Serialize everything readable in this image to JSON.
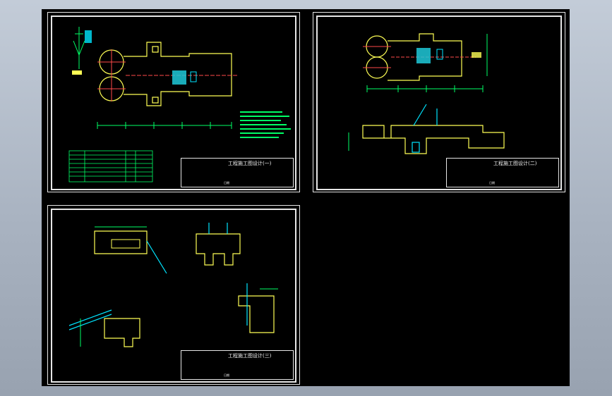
{
  "sheets": [
    {
      "name": "sheet-1",
      "title": "工程施工图设计(一)",
      "date": "日期"
    },
    {
      "name": "sheet-2",
      "title": "工程施工图设计(二)",
      "date": "日期"
    },
    {
      "name": "sheet-3",
      "title": "工程施工图设计(三)",
      "date": "日期"
    }
  ],
  "colors": {
    "background": "#000000",
    "frame": "#e6e6e6",
    "walls": "#ffff55",
    "circles": "#ff4a4a",
    "dimensions": "#00ff66",
    "equipment": "#00e5ff",
    "fill": "#1ec9d9"
  }
}
